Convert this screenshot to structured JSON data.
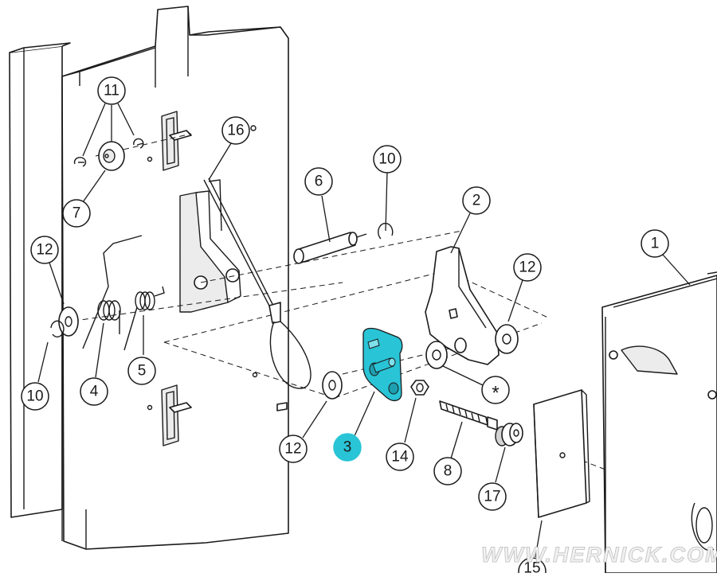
{
  "diagram": {
    "highlight_color": "#29c4d6",
    "callouts": [
      {
        "id": "c1",
        "label": "1"
      },
      {
        "id": "c2",
        "label": "2"
      },
      {
        "id": "c3",
        "label": "3",
        "highlighted": true
      },
      {
        "id": "c4",
        "label": "4"
      },
      {
        "id": "c5",
        "label": "5"
      },
      {
        "id": "c6",
        "label": "6"
      },
      {
        "id": "c7",
        "label": "7"
      },
      {
        "id": "c8",
        "label": "8"
      },
      {
        "id": "c10a",
        "label": "10"
      },
      {
        "id": "c10b",
        "label": "10"
      },
      {
        "id": "c11",
        "label": "11"
      },
      {
        "id": "c12a",
        "label": "12"
      },
      {
        "id": "c12b",
        "label": "12"
      },
      {
        "id": "c12c",
        "label": "12"
      },
      {
        "id": "c14",
        "label": "14"
      },
      {
        "id": "c15",
        "label": "15"
      },
      {
        "id": "c16",
        "label": "16"
      },
      {
        "id": "c17",
        "label": "17"
      },
      {
        "id": "cstar",
        "label": "*"
      }
    ],
    "watermark": "WWW.HERNICK.COM"
  }
}
